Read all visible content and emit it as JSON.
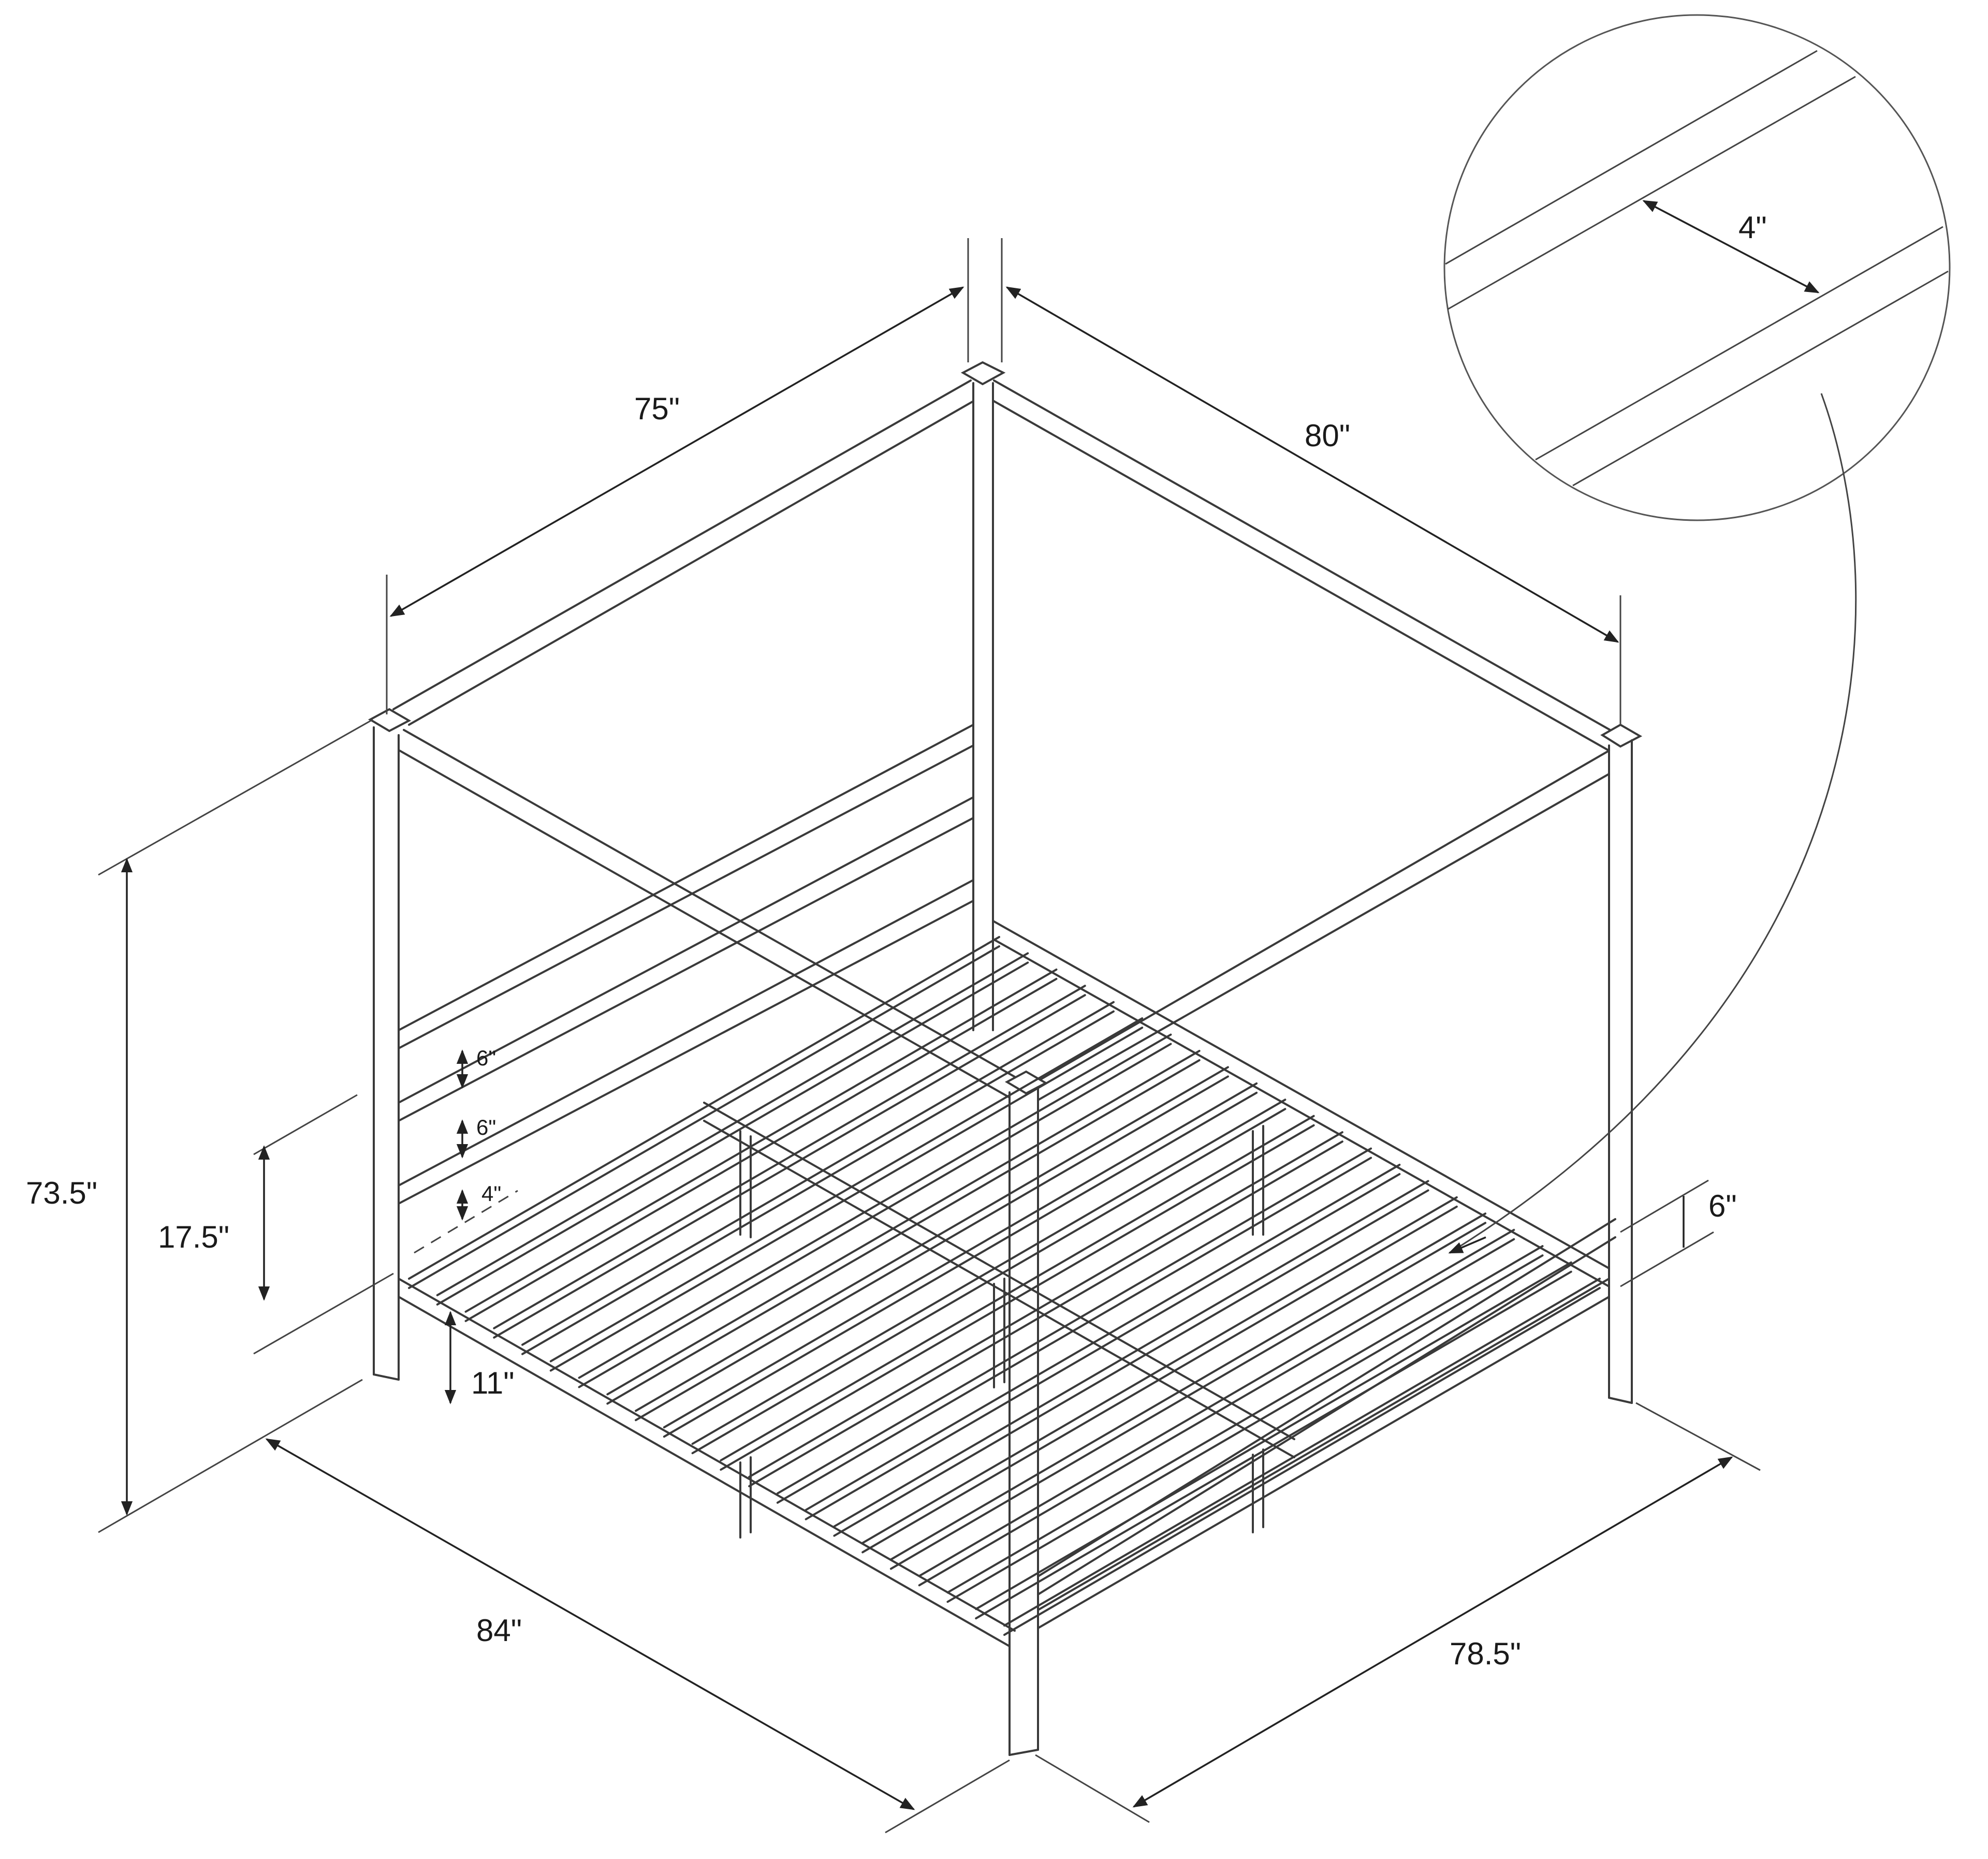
{
  "diagram": {
    "subject": "Canopy bed frame dimension drawing",
    "dimensions": {
      "top_width": "75\"",
      "top_length": "80\"",
      "overall_height": "73.5\"",
      "headboard_height_above_rail": "17.5\"",
      "underbed_clearance": "11\"",
      "overall_length": "84\"",
      "overall_width": "78.5\"",
      "headboard_gap_1": "6\"",
      "headboard_gap_2": "6\"",
      "headboard_gap_3": "4\"",
      "footboard_rail_height": "6\"",
      "slat_spacing_detail": "4\""
    },
    "detail_callout": {
      "label": "4\"",
      "description": "Slat spacing magnified inset"
    },
    "colors": {
      "line": "#3a3a3a",
      "text": "#1a1a1a",
      "background": "#ffffff"
    }
  }
}
